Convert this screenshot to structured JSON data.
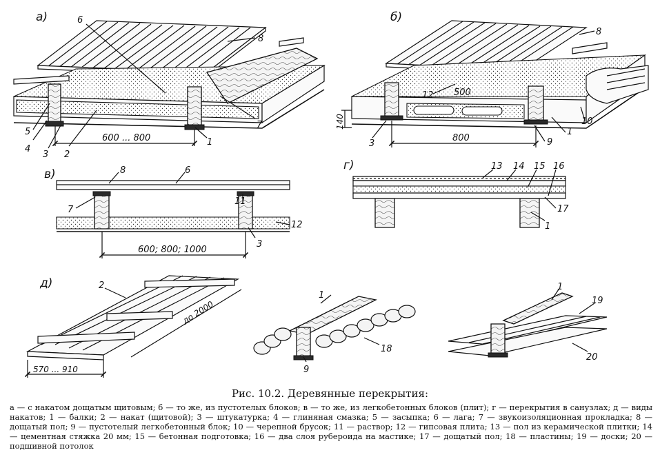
{
  "panels": {
    "a": "а)",
    "b": "б)",
    "v": "в)",
    "g": "г)",
    "d": "д)"
  },
  "callouts": {
    "a": [
      "6",
      "8",
      "5",
      "4",
      "3",
      "2",
      "1",
      "7"
    ],
    "b": [
      "8",
      "12",
      "500",
      "140",
      "3",
      "9",
      "1",
      "10"
    ],
    "v": [
      "8",
      "6",
      "7",
      "11",
      "12",
      "3"
    ],
    "g": [
      "13",
      "14",
      "15",
      "16",
      "17",
      "1"
    ],
    "d": [
      "2",
      "1",
      "18",
      "9",
      "1",
      "19",
      "20"
    ]
  },
  "dimensions": {
    "a_span": "600 ... 800",
    "b_span": "800",
    "v_span": "600; 800; 1000",
    "d_width": "570 ... 910",
    "d_length": "до 2000"
  },
  "caption": {
    "title": "Рис. 10.2. Деревянные перекрытия:",
    "body": "а — с накатом дощатым щитовым; б — то же, из пустотелых блоков; в — то же, из легкобетонных блоков (плит); г — перекрытия в санузлах; д — виды накатов; 1 — балки; 2 — накат (щитовой); 3 — штукатурка; 4 — глиняная смазка; 5 — засыпка; 6 — лага; 7 — звукоизоляционная прокладка; 8 — дощатый пол; 9 — пустотелый легкобетонный блок; 10 — черепной брусок; 11 — раствор; 12 — гипсовая плита; 13 — пол из керамической плитки; 14 — цементная стяжка 20 мм; 15 — бетонная подготовка; 16 — два слоя рубероида на мастике; 17 — дощатый пол; 18 — пластины; 19 — доски; 20 — подшивной потолок"
  }
}
